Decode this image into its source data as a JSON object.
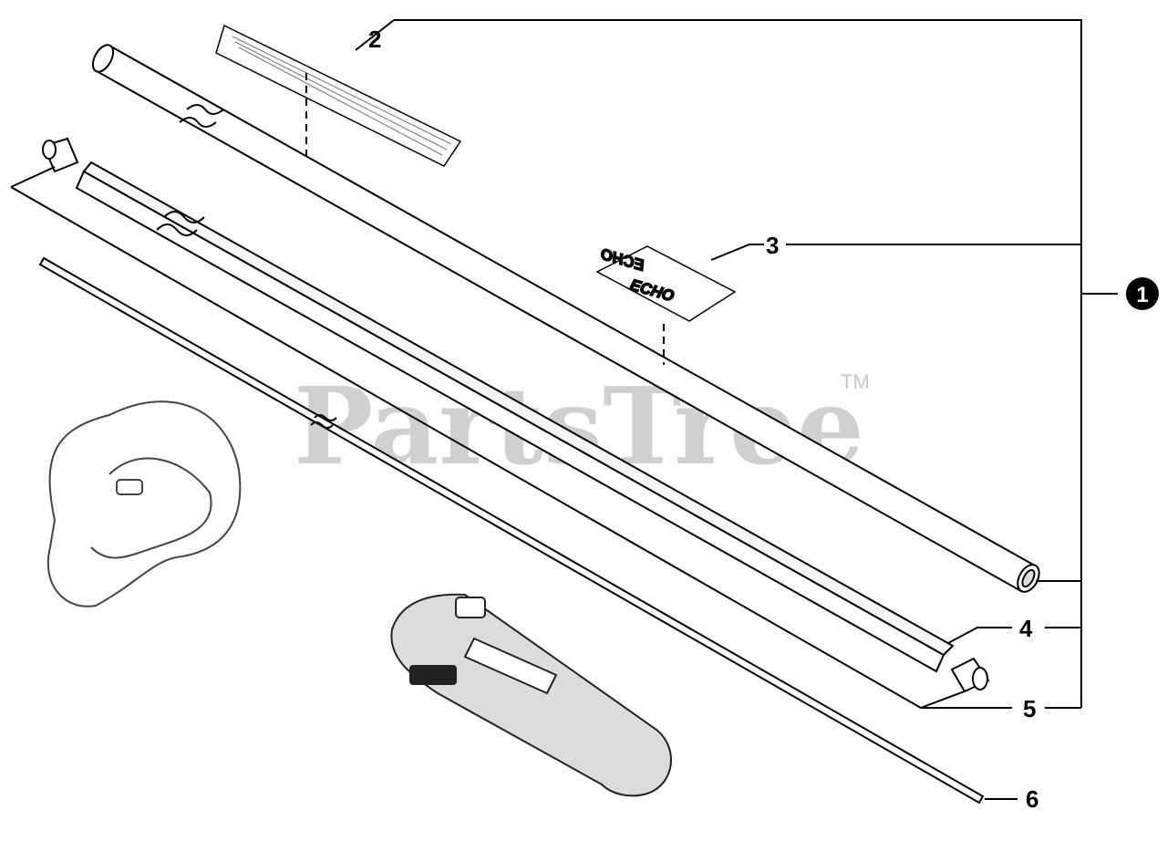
{
  "watermark": {
    "text": "PartsTree",
    "trademark": "TM"
  },
  "callouts": [
    {
      "id": "1",
      "label": "1",
      "style": "circle"
    },
    {
      "id": "2",
      "label": "2",
      "style": "plain"
    },
    {
      "id": "3",
      "label": "3",
      "style": "plain"
    },
    {
      "id": "4",
      "label": "4",
      "style": "plain"
    },
    {
      "id": "5",
      "label": "5",
      "style": "plain"
    },
    {
      "id": "6",
      "label": "6",
      "style": "plain"
    }
  ],
  "decal": {
    "brand_text": "ECHO",
    "mirrored_text": "ECHO"
  },
  "handle": {
    "logo_text": "ECHO"
  },
  "colors": {
    "line": "#000000",
    "watermark": "#c8c8c8",
    "callout_circle": "#000000"
  }
}
